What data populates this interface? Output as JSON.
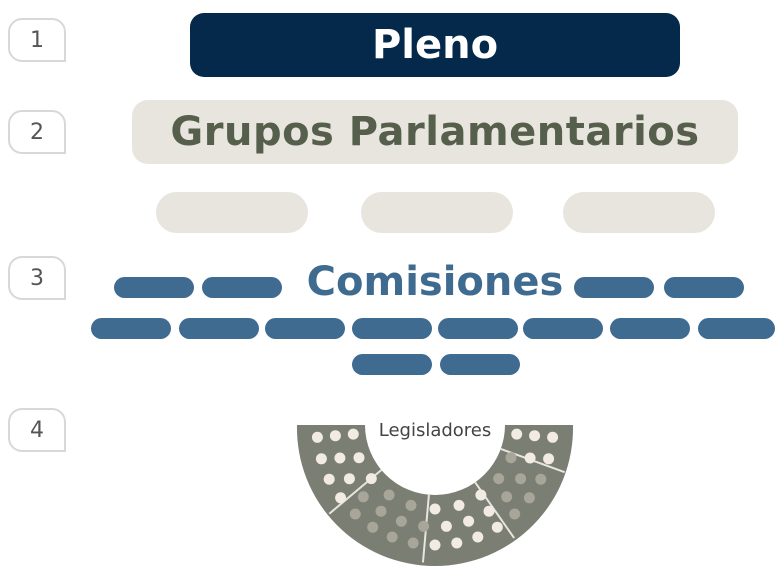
{
  "levels": [
    {
      "number": "1",
      "label": "Pleno"
    },
    {
      "number": "2",
      "label": "Grupos Parlamentarios"
    },
    {
      "number": "3",
      "label": "Comisiones"
    },
    {
      "number": "4",
      "label": "Legisladores"
    }
  ],
  "colors": {
    "pleno_bg": "#04294a",
    "grupos_bg": "#e8e5df",
    "grupos_text": "#555f4c",
    "comisiones": "#3e6b8f",
    "hemicycle": "#7a7e73",
    "seat_light": "#f1ebe3",
    "seat_dark": "#a7a699"
  }
}
